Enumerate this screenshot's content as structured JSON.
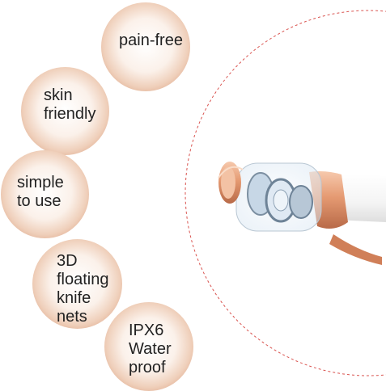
{
  "features": [
    {
      "label": "pain-free"
    },
    {
      "label": "skin\nfriendly"
    },
    {
      "label": "simple\nto use"
    },
    {
      "label": "3D\nfloating\nknife\nnets"
    },
    {
      "label": "IPX6\nWater\nproof"
    }
  ],
  "colors": {
    "bubble_edge": "#d39474",
    "ring_dash": "#d9534f",
    "rose_gold": "#e59a72",
    "device_white": "#f7f7f7"
  }
}
